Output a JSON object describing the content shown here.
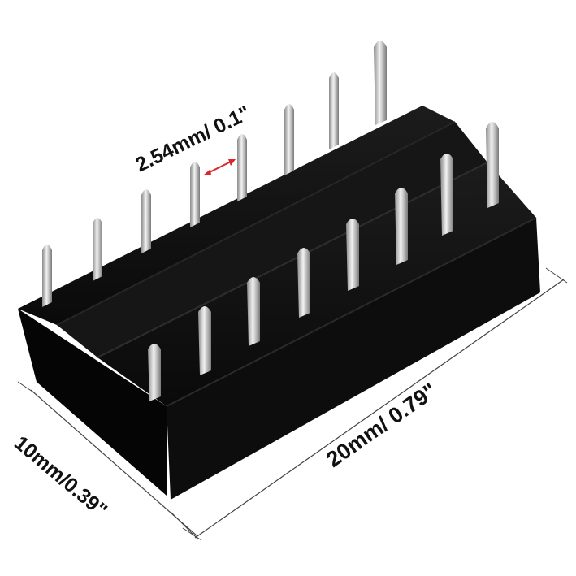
{
  "product": {
    "name_icon": "dip-ic-socket-16-pin"
  },
  "dimensions": {
    "pitch_label": "2.54mm/ 0.1\"",
    "length_label": "20mm/ 0.79\"",
    "width_label": "10mm/0.39\""
  },
  "colors": {
    "body": "#0b0b0b",
    "pin": "#d9d9d9",
    "pitch_arrow": "#d9262b",
    "dimension_line": "#333333"
  }
}
